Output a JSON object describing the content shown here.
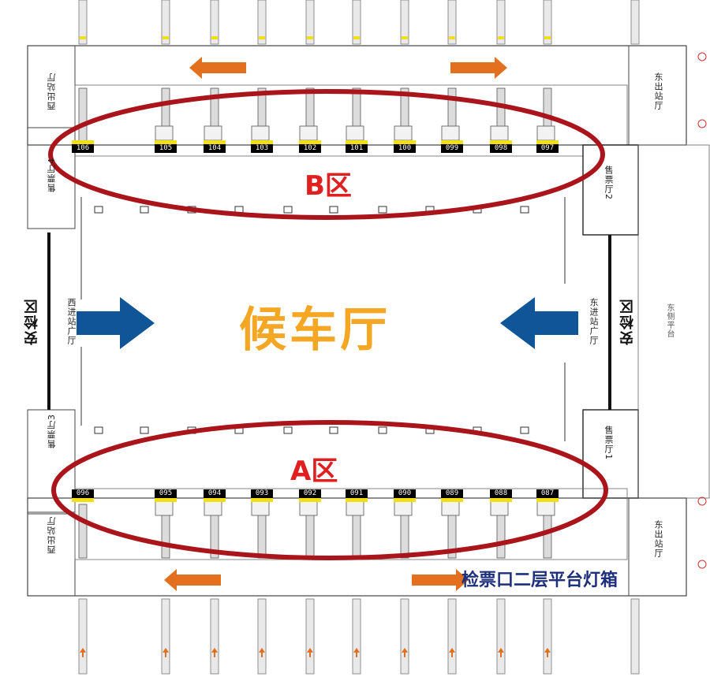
{
  "colors": {
    "ellipse": "#a9151b",
    "zone_text": "#e02020",
    "hall_text": "#f5a623",
    "arrow_blue": "#0f5597",
    "arrow_orange": "#e2701f",
    "caption": "#1e2f7c",
    "gate_yellow": "#f2df18"
  },
  "labels": {
    "west_exit_top": "西出站厅",
    "east_exit_top": "东出站厅",
    "west_exit_bottom": "西出站厅",
    "east_exit_bottom": "东出站厅",
    "ticket_hall_4": "售票厅4",
    "ticket_hall_2": "售票厅2",
    "ticket_hall_3": "售票厅3",
    "ticket_hall_1": "售票厅1",
    "west_entrance_plaza": "西进站广厅",
    "east_entrance_plaza": "东进站广厅",
    "west_security": "安检区",
    "east_security": "安检区",
    "east_platform": "东侧平台"
  },
  "zone_b": "B区",
  "zone_a": "A区",
  "hall": "候车厅",
  "caption": "检票口二层平台灯箱",
  "gates_b": [
    "106",
    "105",
    "104",
    "103",
    "102",
    "101",
    "100",
    "099",
    "098",
    "097"
  ],
  "gates_a": [
    "096",
    "095",
    "094",
    "093",
    "092",
    "091",
    "090",
    "089",
    "088",
    "087"
  ],
  "icons": {
    "entry_arrow": "blue-arrow-icon",
    "exit_arrow": "orange-arrow-icon"
  }
}
